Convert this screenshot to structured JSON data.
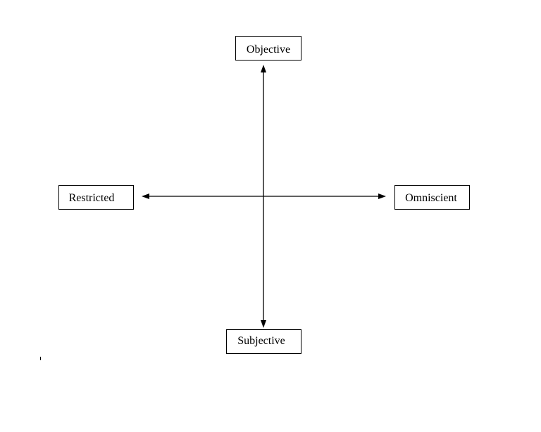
{
  "diagram": {
    "nodes": {
      "top": "Objective",
      "bottom": "Subjective",
      "left": "Restricted",
      "right": "Omniscient"
    },
    "colors": {
      "stroke": "#000000",
      "background": "#ffffff"
    }
  }
}
